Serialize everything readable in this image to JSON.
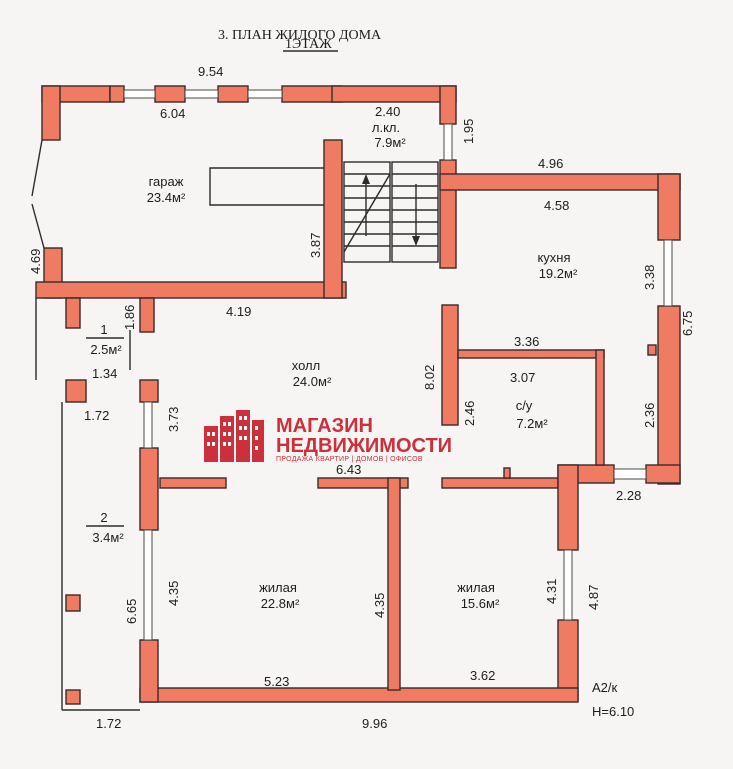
{
  "title": "3. ПЛАН ЖИЛОГО ДОМА",
  "subtitle": "1ЭТАЖ",
  "rooms": [
    {
      "id": "garage",
      "name": "гараж",
      "area": "23.4м²"
    },
    {
      "id": "stairs",
      "name": "л.кл.",
      "area": "7.9м²"
    },
    {
      "id": "kitchen",
      "name": "кухня",
      "area": "19.2м²"
    },
    {
      "id": "hall",
      "name": "холл",
      "area": "24.0м²"
    },
    {
      "id": "room1",
      "name": "1",
      "area": "2.5м²"
    },
    {
      "id": "room2",
      "name": "2",
      "area": "3.4м²"
    },
    {
      "id": "wc",
      "name": "с/у",
      "area": "7.2м²"
    },
    {
      "id": "living1",
      "name": "жилая",
      "area": "22.8м²"
    },
    {
      "id": "living2",
      "name": "жилая",
      "area": "15.6м²"
    }
  ],
  "dimensions": [
    "9.54",
    "6.04",
    "2.40",
    "1.95",
    "4.96",
    "4.58",
    "4.69",
    "3.87",
    "3.38",
    "6.75",
    "1.86",
    "4.19",
    "3.36",
    "8.02",
    "3.07",
    "1.34",
    "2.46",
    "2.36",
    "1.72",
    "3.73",
    "6.43",
    "2.28",
    "6.65",
    "4.35",
    "4.35",
    "4.31",
    "4.87",
    "5.23",
    "3.62",
    "1.72",
    "9.96"
  ],
  "notes": {
    "type": "А2/к",
    "height": "Н=6.10"
  },
  "logo": {
    "line1": "МАГАЗИН",
    "line2": "НЕДВИЖИМОСТИ",
    "tagline": "ПРОДАЖА КВАРТИР | ДОМОВ | ОФИСОВ"
  },
  "colors": {
    "wall": "#ef7b63",
    "logo": "#c8202c",
    "background": "#f6f5f3"
  }
}
